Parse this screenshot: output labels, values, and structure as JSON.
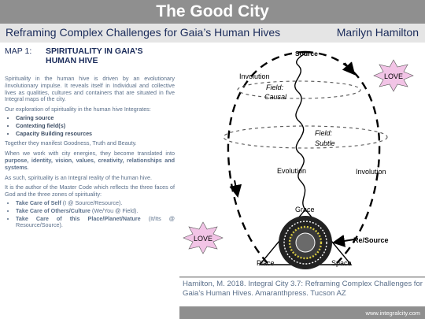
{
  "title": "The Good City",
  "subtitle": "Reframing Complex Challenges for Gaia’s Human Hives",
  "author": "Marilyn Hamilton",
  "left": {
    "map_num": "MAP 1:",
    "map_title_line1": "SPIRITUALITY IN GAIA’S",
    "map_title_line2": "HUMAN HIVE",
    "p1": "Spirituality in the human hive is driven by an evolutionary /involutionary impulse. It reveals itself in Individual and collective lives as qualities, cultures and containers that are situated in five Integral maps of the city.",
    "p2": "Our exploration of spirituality in the human hive Integrates:",
    "list1": [
      "Caring source",
      "Contexting field(s)",
      "Capacity Building resources"
    ],
    "p3": "Together they manifest Goodness, Truth and Beauty.",
    "p4_a": "When we work with city energies, they become translated  into ",
    "p4_b": "purpose, identity, vision, values, creativity, relationships and systems",
    "p4_c": ".",
    "p5": "As such, spirituality is an Integral reality of the human hive.",
    "p6": "It is the author of the Master Code which reflects the three faces of God and the three zones of spirituality:",
    "list2_bold": [
      "Take Care of Self",
      "Take Care of Others/Culture",
      "Take Care of this Place/Planet/Nature"
    ],
    "list2_rest": [
      " (I @ Source/Resource).",
      " (We/You @ Field).",
      " (It/Its @ Resource/Source)."
    ]
  },
  "diagram": {
    "source": "Source",
    "involution_left": "Involution",
    "field_causal_1": "Field:",
    "field_causal_2": "Causal",
    "field_subtle_1": "Field:",
    "field_subtle_2": "Subtle",
    "evolution": "Evolution",
    "involution_right": "Involution",
    "grace": "Grace",
    "resource": "Re/Source",
    "place": "Place",
    "space": "Space",
    "love_top": "LOVE",
    "love_bottom": "LOVE"
  },
  "citation": "Hamilton, M. 2018. Integral City 3.7: Reframing Complex Challenges for Gaia’s Human Hives. Amaranthpress. Tucson AZ",
  "footer_url": "www.integralcity.com",
  "colors": {
    "background": "#8f8f8f",
    "subtitle_bar": "#e5e5e5",
    "navy": "#1a2b5a",
    "body_text": "#5a6f8a",
    "love_fill": "#f2c4e6",
    "disc": "#222222"
  }
}
